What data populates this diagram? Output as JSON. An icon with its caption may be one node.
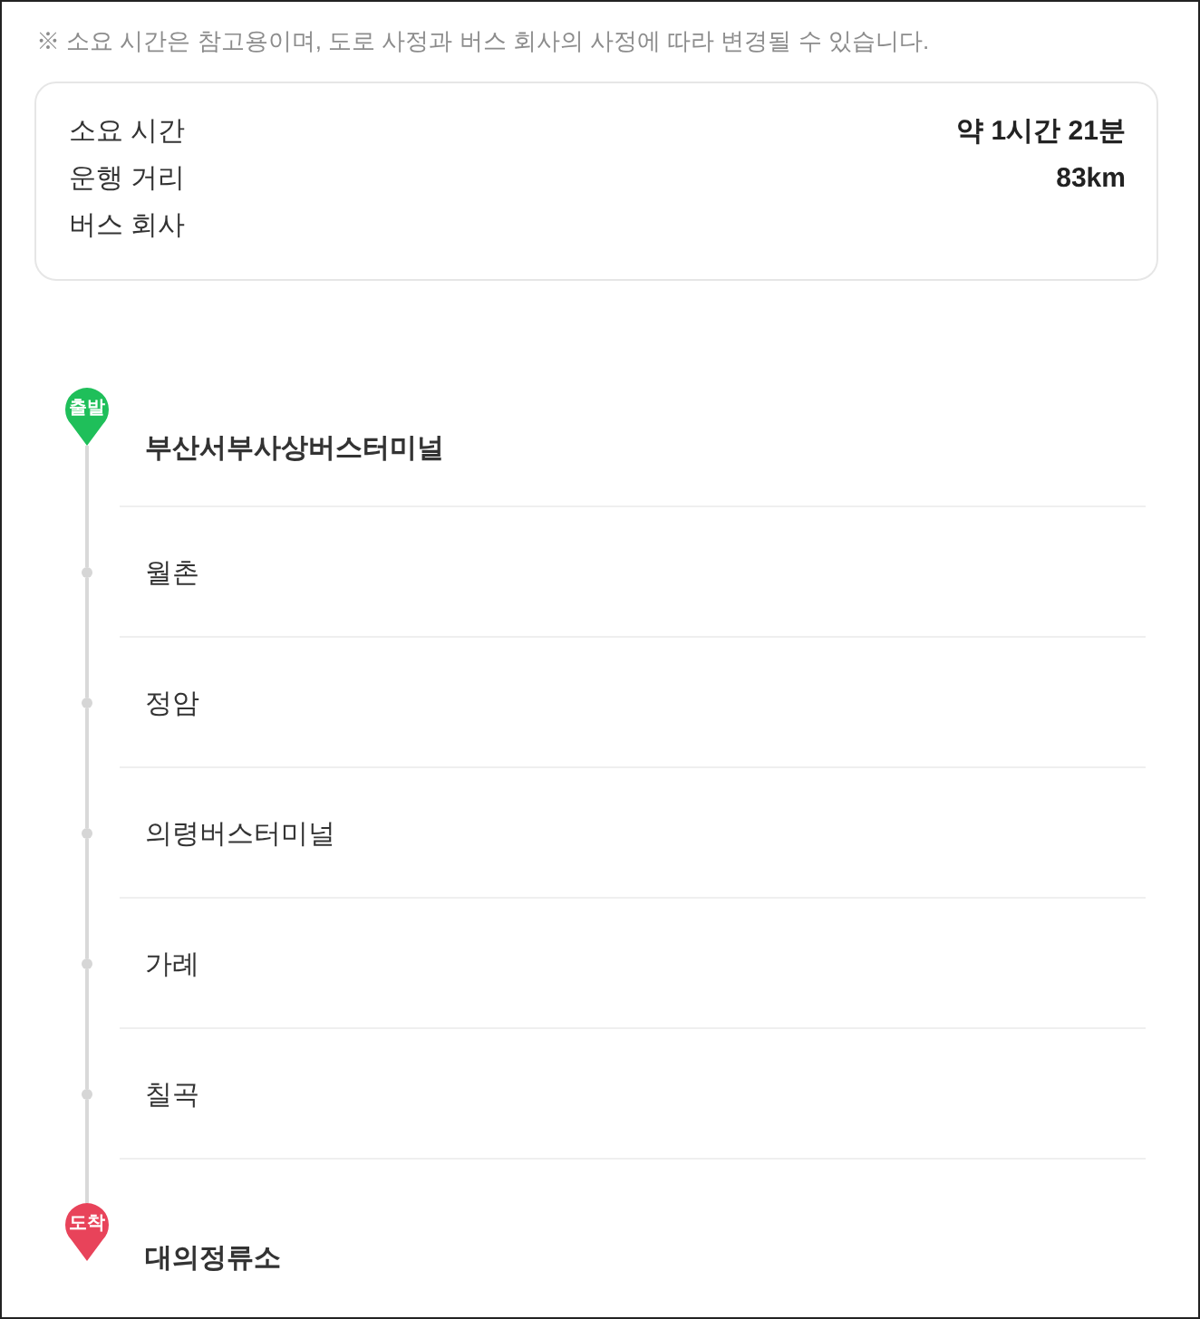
{
  "diagram": {
    "nodes": [
      {
        "text": [
          "소요 시간",
          "약 1시간 21분",
          "운행 거리",
          "83km",
          "버스 회사"
        ]
      },
      {
        "text": [
          "출발"
        ],
        "beside": [
          "부산서부사상버스터미널"
        ]
      },
      {
        "text": [],
        "shape": "circle",
        "beside": [
          "월촌"
        ]
      },
      {
        "text": [],
        "shape": "circle",
        "beside": [
          "정암"
        ]
      },
      {
        "text": [],
        "shape": "circle",
        "beside": [
          "의령버스터미널"
        ]
      },
      {
        "text": [],
        "shape": "circle",
        "beside": [
          "가례"
        ]
      },
      {
        "text": [],
        "shape": "circle",
        "beside": [
          "칠곡"
        ]
      },
      {
        "text": [
          "도착"
        ],
        "beside": [
          "대의정류소"
        ]
      }
    ],
    "edges": [
      {
        "from": 1,
        "to": 2,
        "arrow": "none"
      },
      {
        "from": 2,
        "to": 3,
        "arrow": "none"
      },
      {
        "from": 3,
        "to": 4,
        "arrow": "none"
      },
      {
        "from": 4,
        "to": 5,
        "arrow": "none"
      },
      {
        "from": 5,
        "to": 6,
        "arrow": "none"
      },
      {
        "from": 6,
        "to": 7,
        "arrow": "none"
      }
    ],
    "labels": [
      "※ 소요 시간은 참고용이며, 도로 사정과 버스 회사의 사정에 따라 변경될 수 있습니다."
    ]
  }
}
